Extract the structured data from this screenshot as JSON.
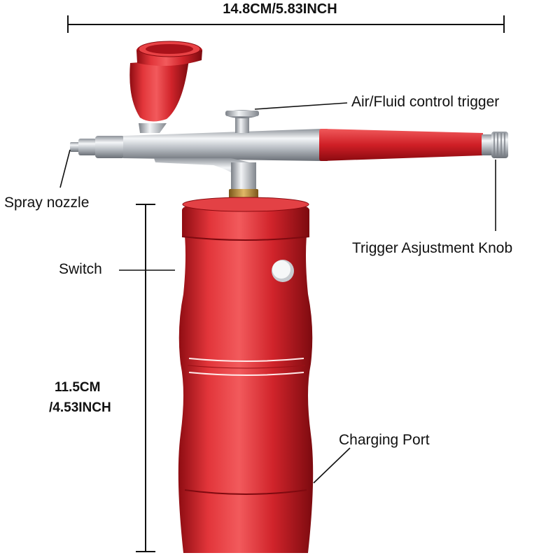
{
  "dimensions": {
    "width_label": "14.8CM/5.83INCH",
    "height_label_line1": "11.5CM",
    "height_label_line2": "/4.53INCH"
  },
  "callouts": {
    "trigger": "Air/Fluid control trigger",
    "nozzle": "Spray nozzle",
    "knob": "Trigger Asjustment Knob",
    "switch": "Switch",
    "charging": "Charging Port"
  },
  "colors": {
    "body_red": "#d8222a",
    "chrome": "#cfd3d8",
    "brass": "#b8862f"
  }
}
